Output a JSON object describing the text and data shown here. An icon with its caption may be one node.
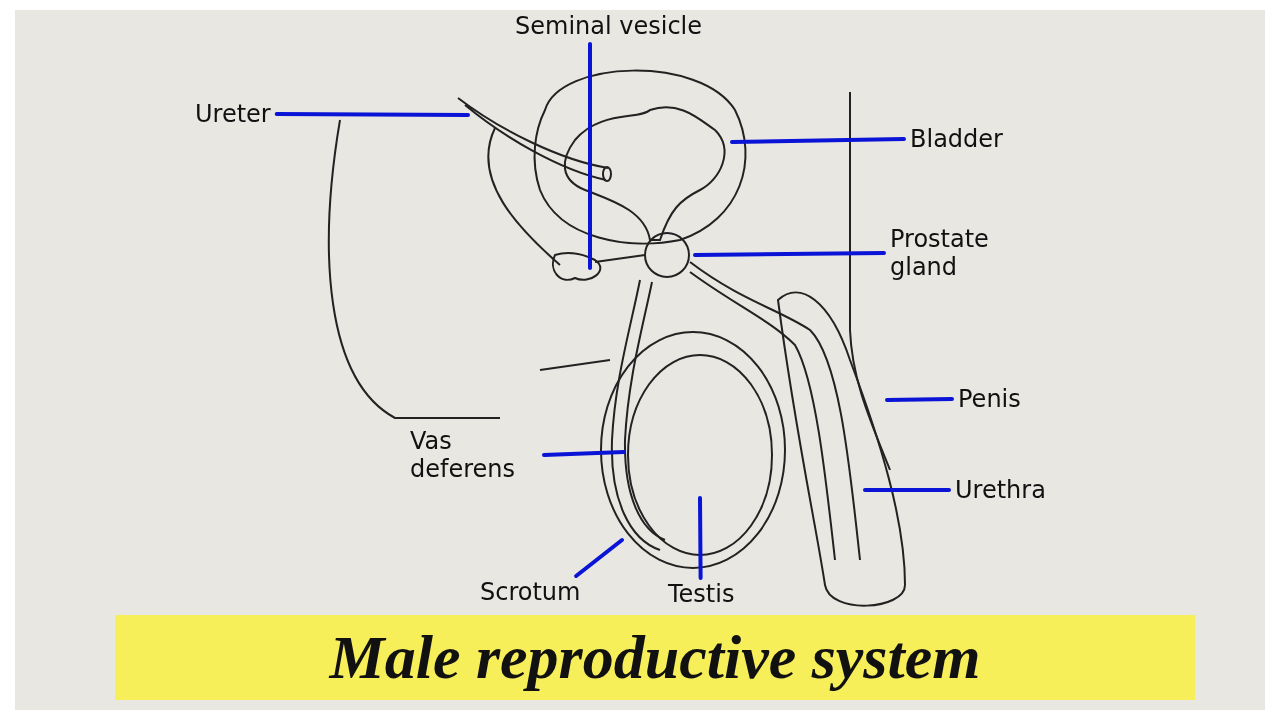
{
  "diagram": {
    "title": "Male reproductive system",
    "nodes": [
      {
        "text": [
          "Seminal vesicle"
        ]
      },
      {
        "text": [
          "Ureter"
        ]
      },
      {
        "text": [
          "Bladder"
        ]
      },
      {
        "text": [
          "Prostate gland"
        ]
      },
      {
        "text": [
          "Penis"
        ]
      },
      {
        "text": [
          "Urethra"
        ]
      },
      {
        "text": [
          "Vas deferens"
        ]
      },
      {
        "text": [
          "Scrotum"
        ]
      },
      {
        "text": [
          "Testis"
        ]
      }
    ],
    "edges": [
      {
        "from": 0,
        "to": null,
        "arrow": "none"
      },
      {
        "from": 1,
        "to": null,
        "arrow": "none"
      },
      {
        "from": 2,
        "to": null,
        "arrow": "none"
      },
      {
        "from": 3,
        "to": null,
        "arrow": "none"
      },
      {
        "from": 4,
        "to": null,
        "arrow": "none"
      },
      {
        "from": 5,
        "to": null,
        "arrow": "none"
      },
      {
        "from": 6,
        "to": null,
        "arrow": "none"
      },
      {
        "from": 7,
        "to": null,
        "arrow": "none"
      },
      {
        "from": 8,
        "to": null,
        "arrow": "none"
      }
    ]
  }
}
